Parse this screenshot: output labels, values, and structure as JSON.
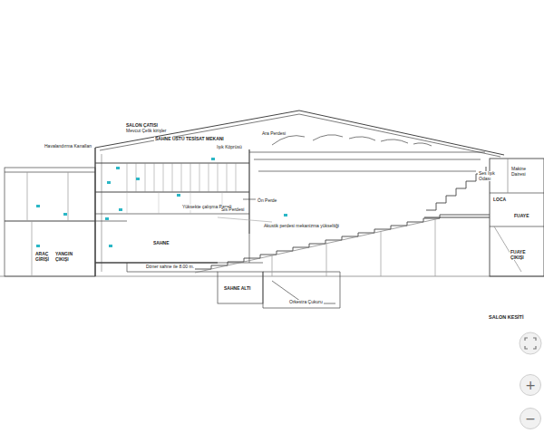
{
  "diagram": {
    "caption": "SALON KESİTİ",
    "nodes": [
      {
        "text": [
          "+"
        ]
      },
      {
        "text": [
          "−"
        ]
      }
    ],
    "labels": [
      "SALON ÇATISI",
      "Mevcut Çelik kirişler",
      "Havalandırma Kanalları",
      "SAHNE ÜSTÜ TESİSAT MEKANI",
      "Işık Köprüsü",
      "Ara Perdesi",
      "Yüksekte çalışma Paneli",
      "Ön Perde",
      "Sis Perdesi",
      "Akustik perdesi mekanizma yükseltiği",
      "SAHNE",
      "Döner sahne ile 8.00 m.",
      "SAHNE ALTI",
      "Orkestra Çukuru",
      "ARAÇ GİRİŞİ",
      "YANGIN ÇIKIŞI",
      "Ses Işık Odası",
      "Makine Dairesi",
      "LOCA",
      "FUAYE",
      "FUAYE ÇIKIŞI"
    ]
  }
}
